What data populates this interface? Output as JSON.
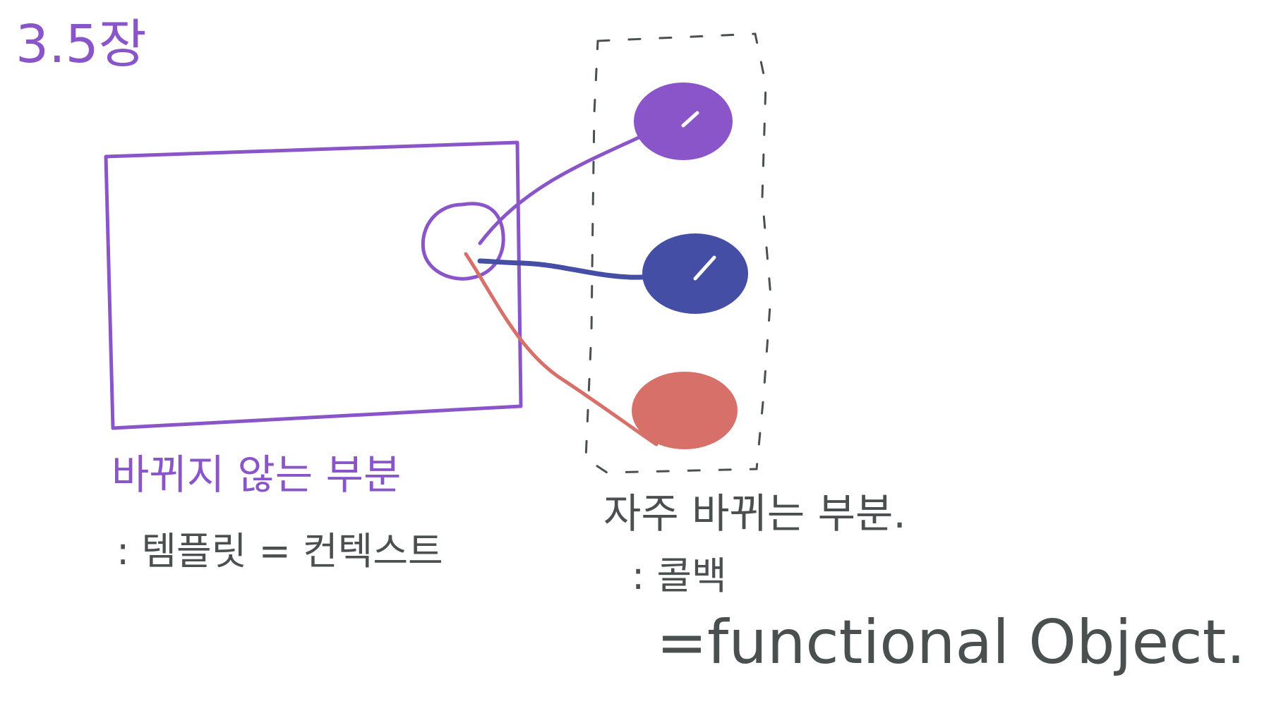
{
  "colors": {
    "purple": "#8a55c8",
    "navy": "#444ea4",
    "coral": "#d8706a",
    "gray_text": "#4a5050",
    "dashed_border": "#4a5050"
  },
  "title": "3.5장",
  "left_label": "바뀌지 않는 부분",
  "left_description": ": 템플릿 = 컨텍스트",
  "right_label": "자주 바뀌는 부분.",
  "right_description_1": ": 콜백",
  "right_description_2": "=functional Object."
}
